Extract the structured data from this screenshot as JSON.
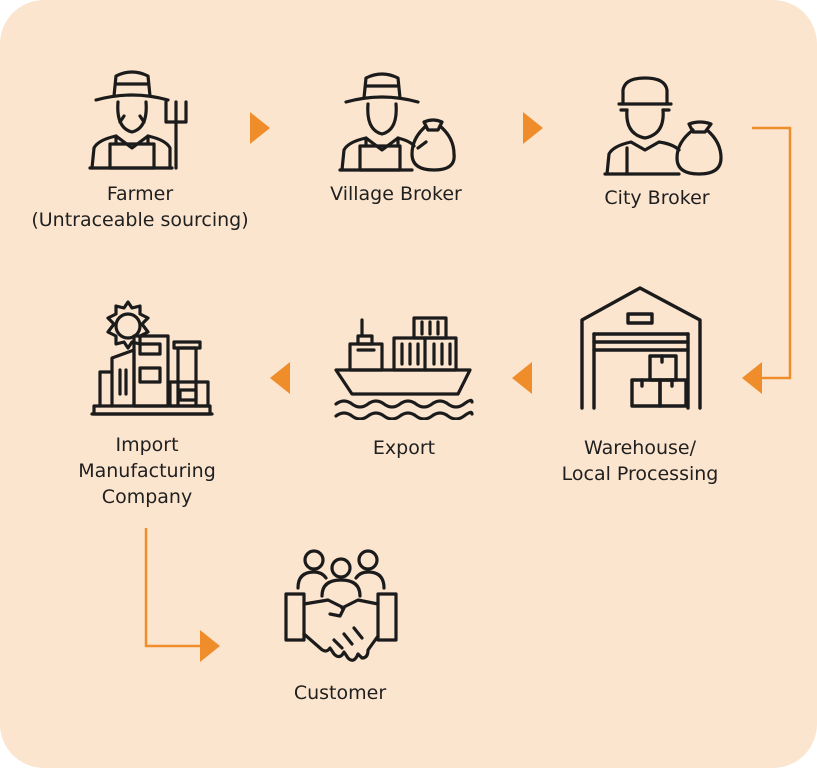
{
  "colors": {
    "background": "#fbe5cf",
    "accent": "#ef8d2b",
    "icon": "#1b1b1b"
  },
  "nodes": [
    {
      "id": "farmer",
      "label": "Farmer\n(Untraceable sourcing)",
      "icon": "farmer-icon"
    },
    {
      "id": "village-broker",
      "label": "Village Broker",
      "icon": "farmer-with-sack-icon"
    },
    {
      "id": "city-broker",
      "label": "City Broker",
      "icon": "worker-with-sack-icon"
    },
    {
      "id": "warehouse",
      "label": "Warehouse/\nLocal Processing",
      "icon": "warehouse-icon"
    },
    {
      "id": "export",
      "label": "Export",
      "icon": "cargo-ship-icon"
    },
    {
      "id": "import",
      "label": "Import\nManufacturing\nCompany",
      "icon": "factory-icon"
    },
    {
      "id": "customer",
      "label": "Customer",
      "icon": "handshake-icon"
    }
  ],
  "edges": [
    {
      "from": "farmer",
      "to": "village-broker"
    },
    {
      "from": "village-broker",
      "to": "city-broker"
    },
    {
      "from": "city-broker",
      "to": "warehouse"
    },
    {
      "from": "warehouse",
      "to": "export"
    },
    {
      "from": "export",
      "to": "import"
    },
    {
      "from": "import",
      "to": "customer"
    }
  ]
}
